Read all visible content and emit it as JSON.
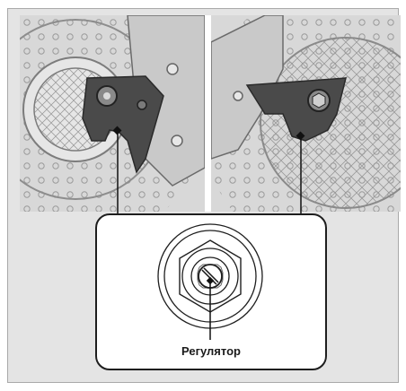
{
  "callout": {
    "label": "Регулятор"
  },
  "icons": [
    "wheel-disc-photo",
    "fork-leg-photo",
    "adjuster-nut-drawing"
  ],
  "colors": {
    "panel": "#e4e4e4",
    "photo_bg": "#d3d3d3",
    "linework": "#1e1e1e",
    "fork_leg": "#4a4a4a"
  }
}
